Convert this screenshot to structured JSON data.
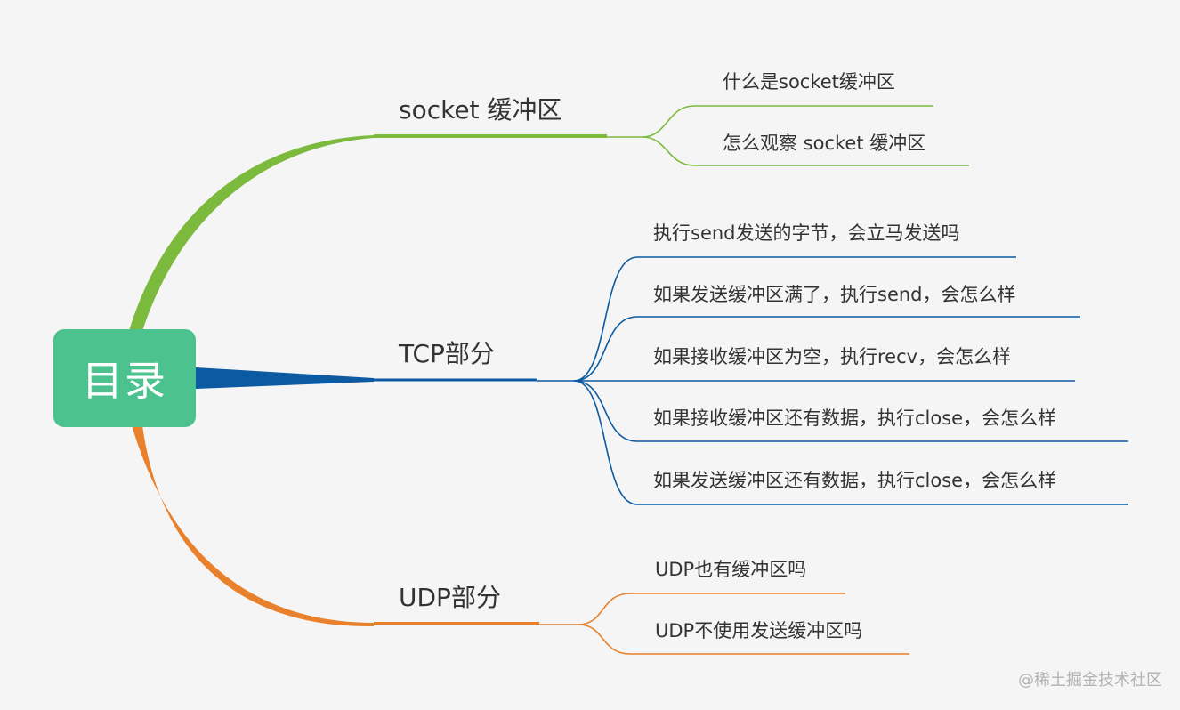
{
  "root": {
    "label": "目录",
    "color": "#4cc28f"
  },
  "branches": [
    {
      "label": "socket 缓冲区",
      "color": "#7cba3e",
      "leaves": [
        "什么是socket缓冲区",
        "怎么观察 socket 缓冲区"
      ]
    },
    {
      "label": "TCP部分",
      "color": "#0b5aa2",
      "leaves": [
        "执行send发送的字节，会立马发送吗",
        "如果发送缓冲区满了，执行send，会怎么样",
        "如果接收缓冲区为空，执行recv，会怎么样",
        "如果接收缓冲区还有数据，执行close，会怎么样",
        "如果发送缓冲区还有数据，执行close，会怎么样"
      ]
    },
    {
      "label": "UDP部分",
      "color": "#e8802c",
      "leaves": [
        "UDP也有缓冲区吗",
        "UDP不使用发送缓冲区吗"
      ]
    }
  ],
  "watermark": "@稀土掘金技术社区"
}
